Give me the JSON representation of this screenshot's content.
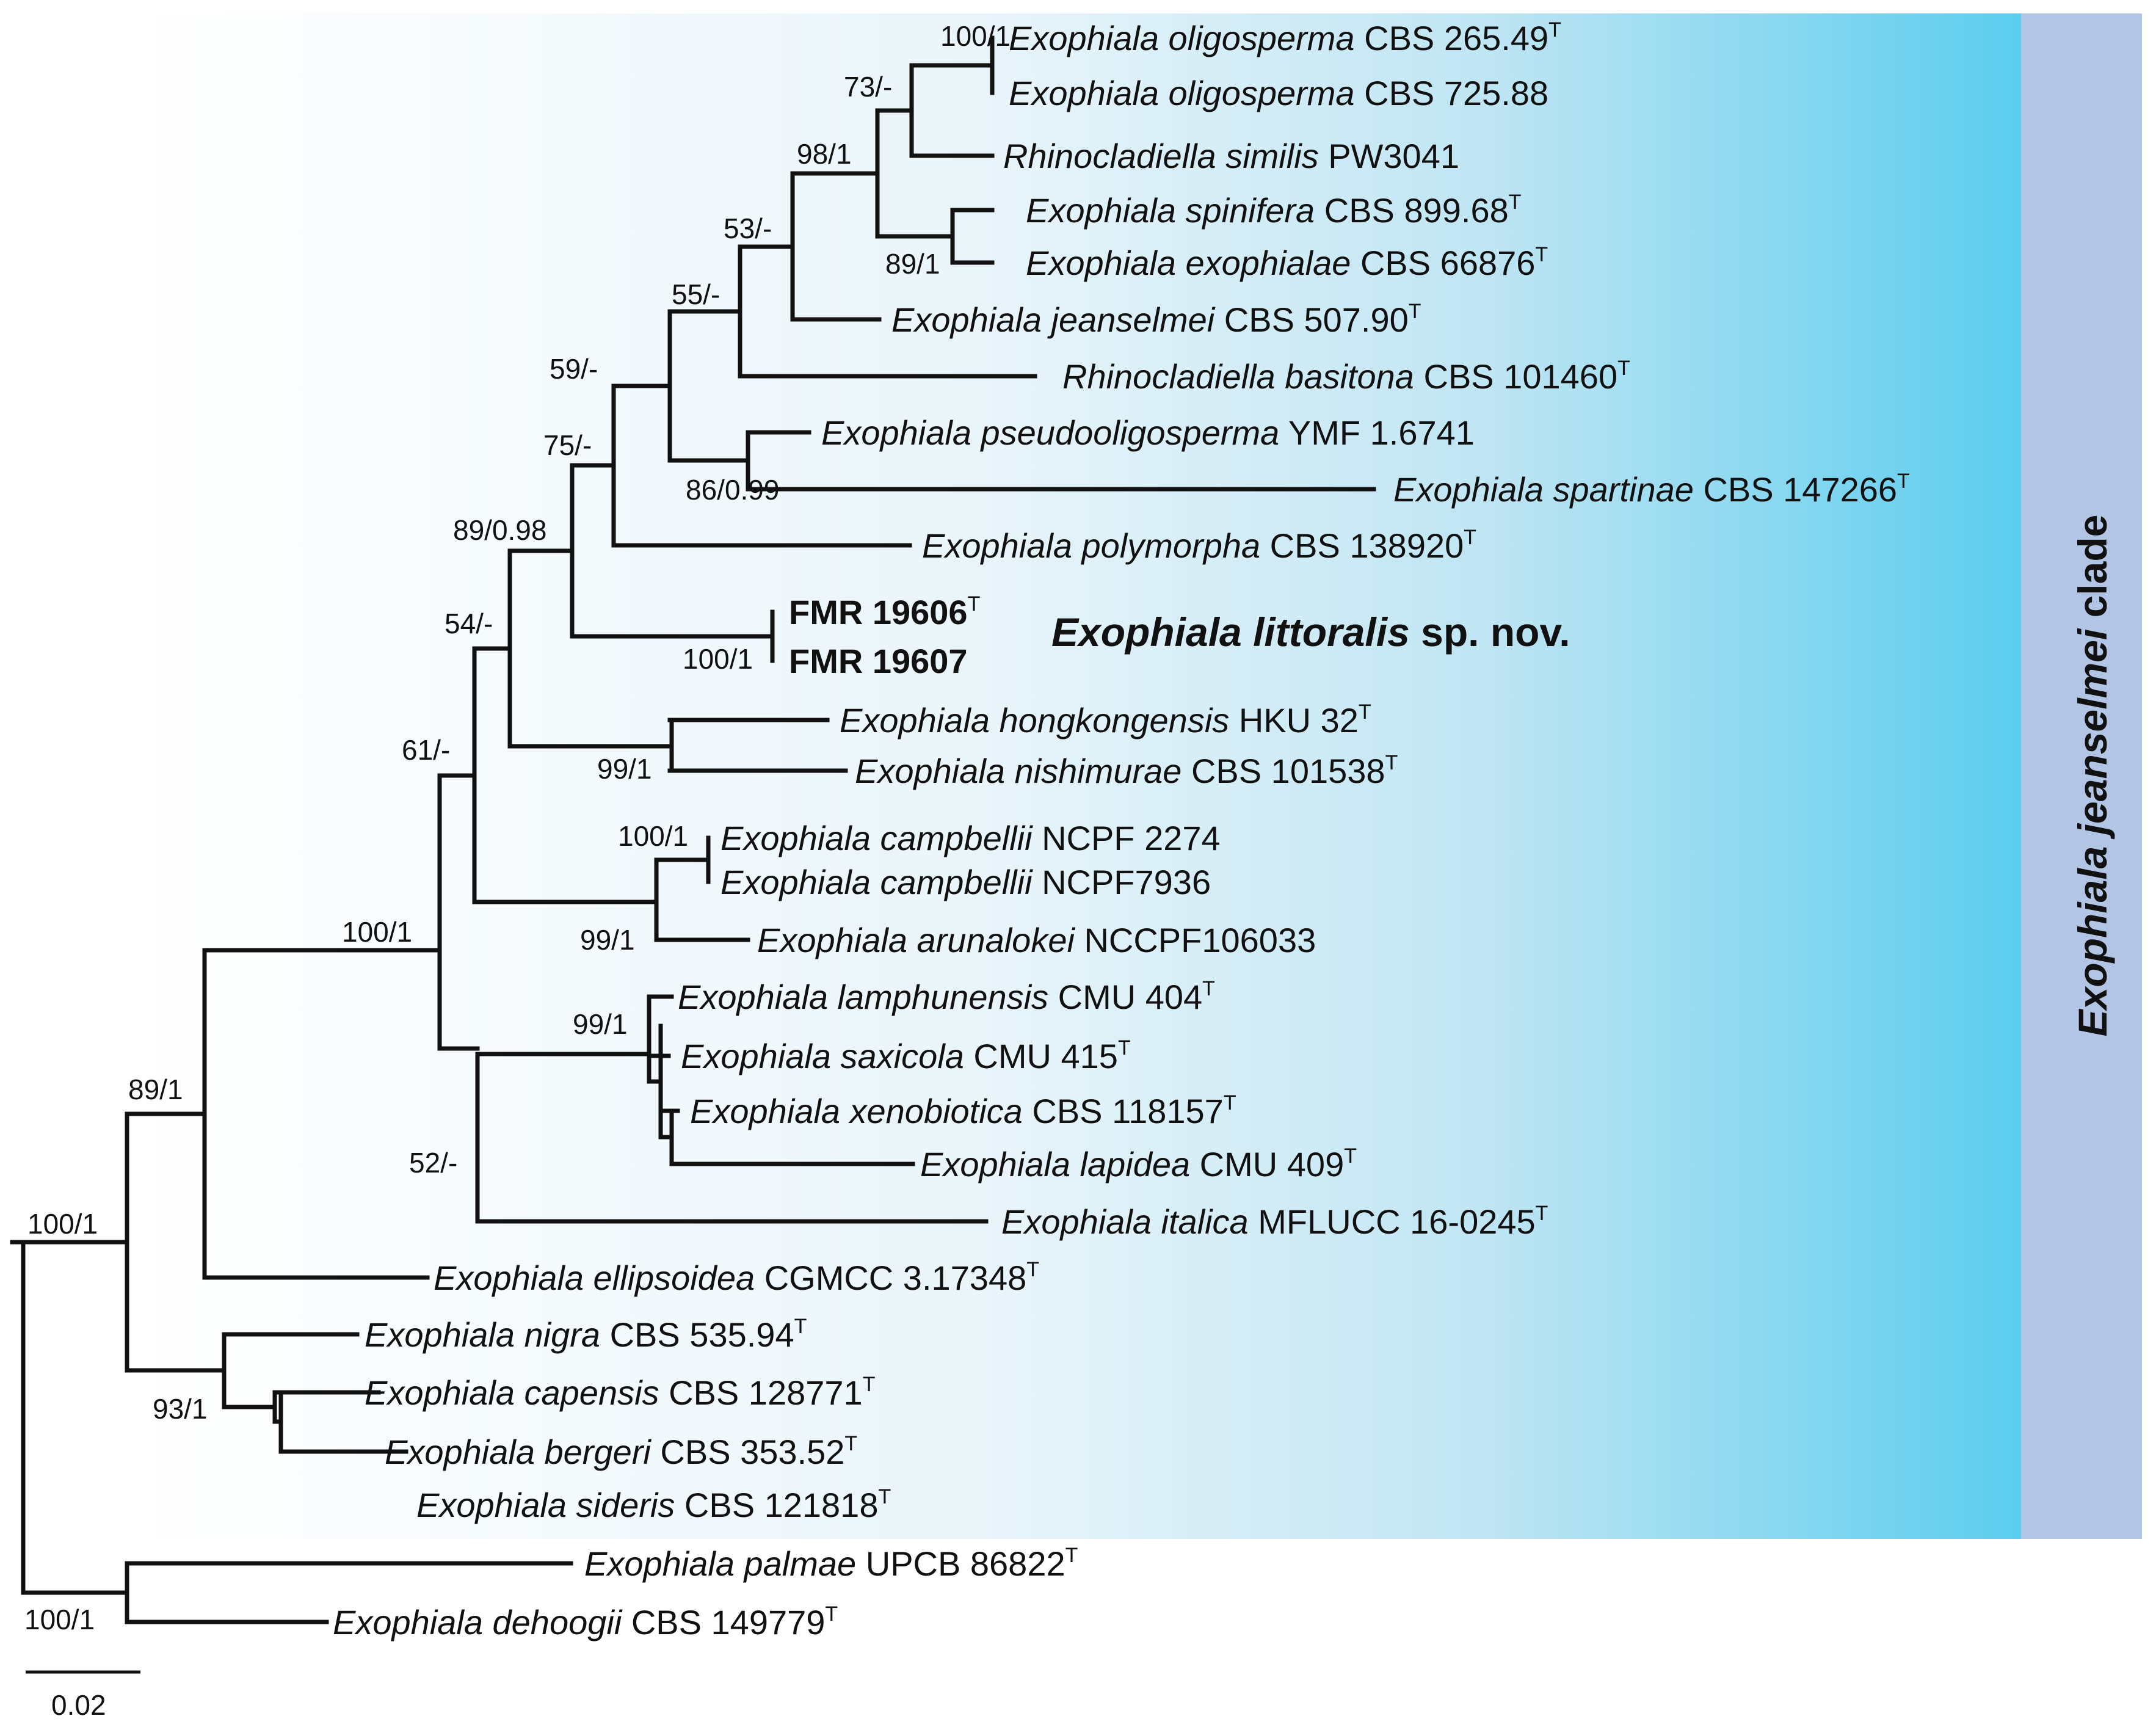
{
  "figure": {
    "clade_label": {
      "italic": "Exophiala jeanselmei",
      "rest": " clade"
    },
    "new_species_label": {
      "italic": "Exophiala littoralis",
      "rest": " sp. nov."
    },
    "scale_bar_label": "0.02",
    "colors": {
      "gradient_start": "#ffffff",
      "gradient_mid": "#cfe9f5",
      "gradient_end": "#5bcdee",
      "clade_bar": "#b2c5e4",
      "branch": "#111111"
    }
  },
  "taxa": [
    {
      "genus": "Exophiala",
      "species": "oligosperma",
      "strain": "CBS 265.49",
      "type": true
    },
    {
      "genus": "Exophiala",
      "species": "oligosperma",
      "strain": "CBS 725.88",
      "type": false
    },
    {
      "genus": "Rhinocladiella",
      "species": "similis",
      "strain": "PW3041",
      "type": false
    },
    {
      "genus": "Exophiala",
      "species": "spinifera",
      "strain": "CBS 899.68",
      "type": true
    },
    {
      "genus": "Exophiala",
      "species": "exophialae",
      "strain": "CBS 66876",
      "type": true
    },
    {
      "genus": "Exophiala",
      "species": "jeanselmei",
      "strain": "CBS 507.90",
      "type": true
    },
    {
      "genus": "Rhinocladiella",
      "species": "basitona",
      "strain": "CBS 101460",
      "type": true
    },
    {
      "genus": "Exophiala",
      "species": "pseudooligosperma",
      "strain": "YMF 1.6741",
      "type": false
    },
    {
      "genus": "Exophiala",
      "species": "spartinae",
      "strain": "CBS 147266",
      "type": true
    },
    {
      "genus": "Exophiala",
      "species": "polymorpha",
      "strain": "CBS 138920",
      "type": true
    },
    {
      "bold": "FMR 19606",
      "type": true
    },
    {
      "bold": "FMR 19607",
      "type": false
    },
    {
      "genus": "Exophiala",
      "species": "hongkongensis",
      "strain": "HKU 32",
      "type": true
    },
    {
      "genus": "Exophiala",
      "species": "nishimurae",
      "strain": "CBS 101538",
      "type": true
    },
    {
      "genus": "Exophiala",
      "species": "campbellii",
      "strain": "NCPF 2274",
      "type": false
    },
    {
      "genus": "Exophiala",
      "species": "campbellii",
      "strain": "NCPF7936",
      "type": false
    },
    {
      "genus": "Exophiala",
      "species": "arunalokei",
      "strain": "NCCPF106033",
      "type": false
    },
    {
      "genus": "Exophiala",
      "species": "lamphunensis",
      "strain": "CMU 404",
      "type": true
    },
    {
      "genus": "Exophiala",
      "species": "saxicola",
      "strain": "CMU 415",
      "type": true
    },
    {
      "genus": "Exophiala",
      "species": "xenobiotica",
      "strain": "CBS 118157",
      "type": true
    },
    {
      "genus": "Exophiala",
      "species": "lapidea",
      "strain": "CMU 409",
      "type": true
    },
    {
      "genus": "Exophiala",
      "species": "italica",
      "strain": "MFLUCC 16-0245",
      "type": true
    },
    {
      "genus": "Exophiala",
      "species": "ellipsoidea",
      "strain": "CGMCC 3.17348",
      "type": true
    },
    {
      "genus": "Exophiala",
      "species": "nigra",
      "strain": "CBS 535.94",
      "type": true
    },
    {
      "genus": "Exophiala",
      "species": "capensis",
      "strain": "CBS 128771",
      "type": true
    },
    {
      "genus": "Exophiala",
      "species": "bergeri",
      "strain": "CBS 353.52",
      "type": true
    },
    {
      "genus": "Exophiala",
      "species": "sideris",
      "strain": "CBS 121818",
      "type": true
    },
    {
      "genus": "Exophiala",
      "species": "palmae",
      "strain": "UPCB 86822",
      "type": true
    },
    {
      "genus": "Exophiala",
      "species": "dehoogii",
      "strain": "CBS 149779",
      "type": true
    }
  ],
  "support_values": [
    "100/1",
    "73/-",
    "89/1",
    "98/1",
    "53/-",
    "55/-",
    "86/0.99",
    "59/-",
    "75/-",
    "89/0.98",
    "100/1",
    "54/-",
    "99/1",
    "61/-",
    "100/1",
    "99/1",
    "100/1",
    "99/1",
    "52/-",
    "89/1",
    "93/1",
    "100/1",
    "100/1"
  ],
  "type_marker": "T"
}
